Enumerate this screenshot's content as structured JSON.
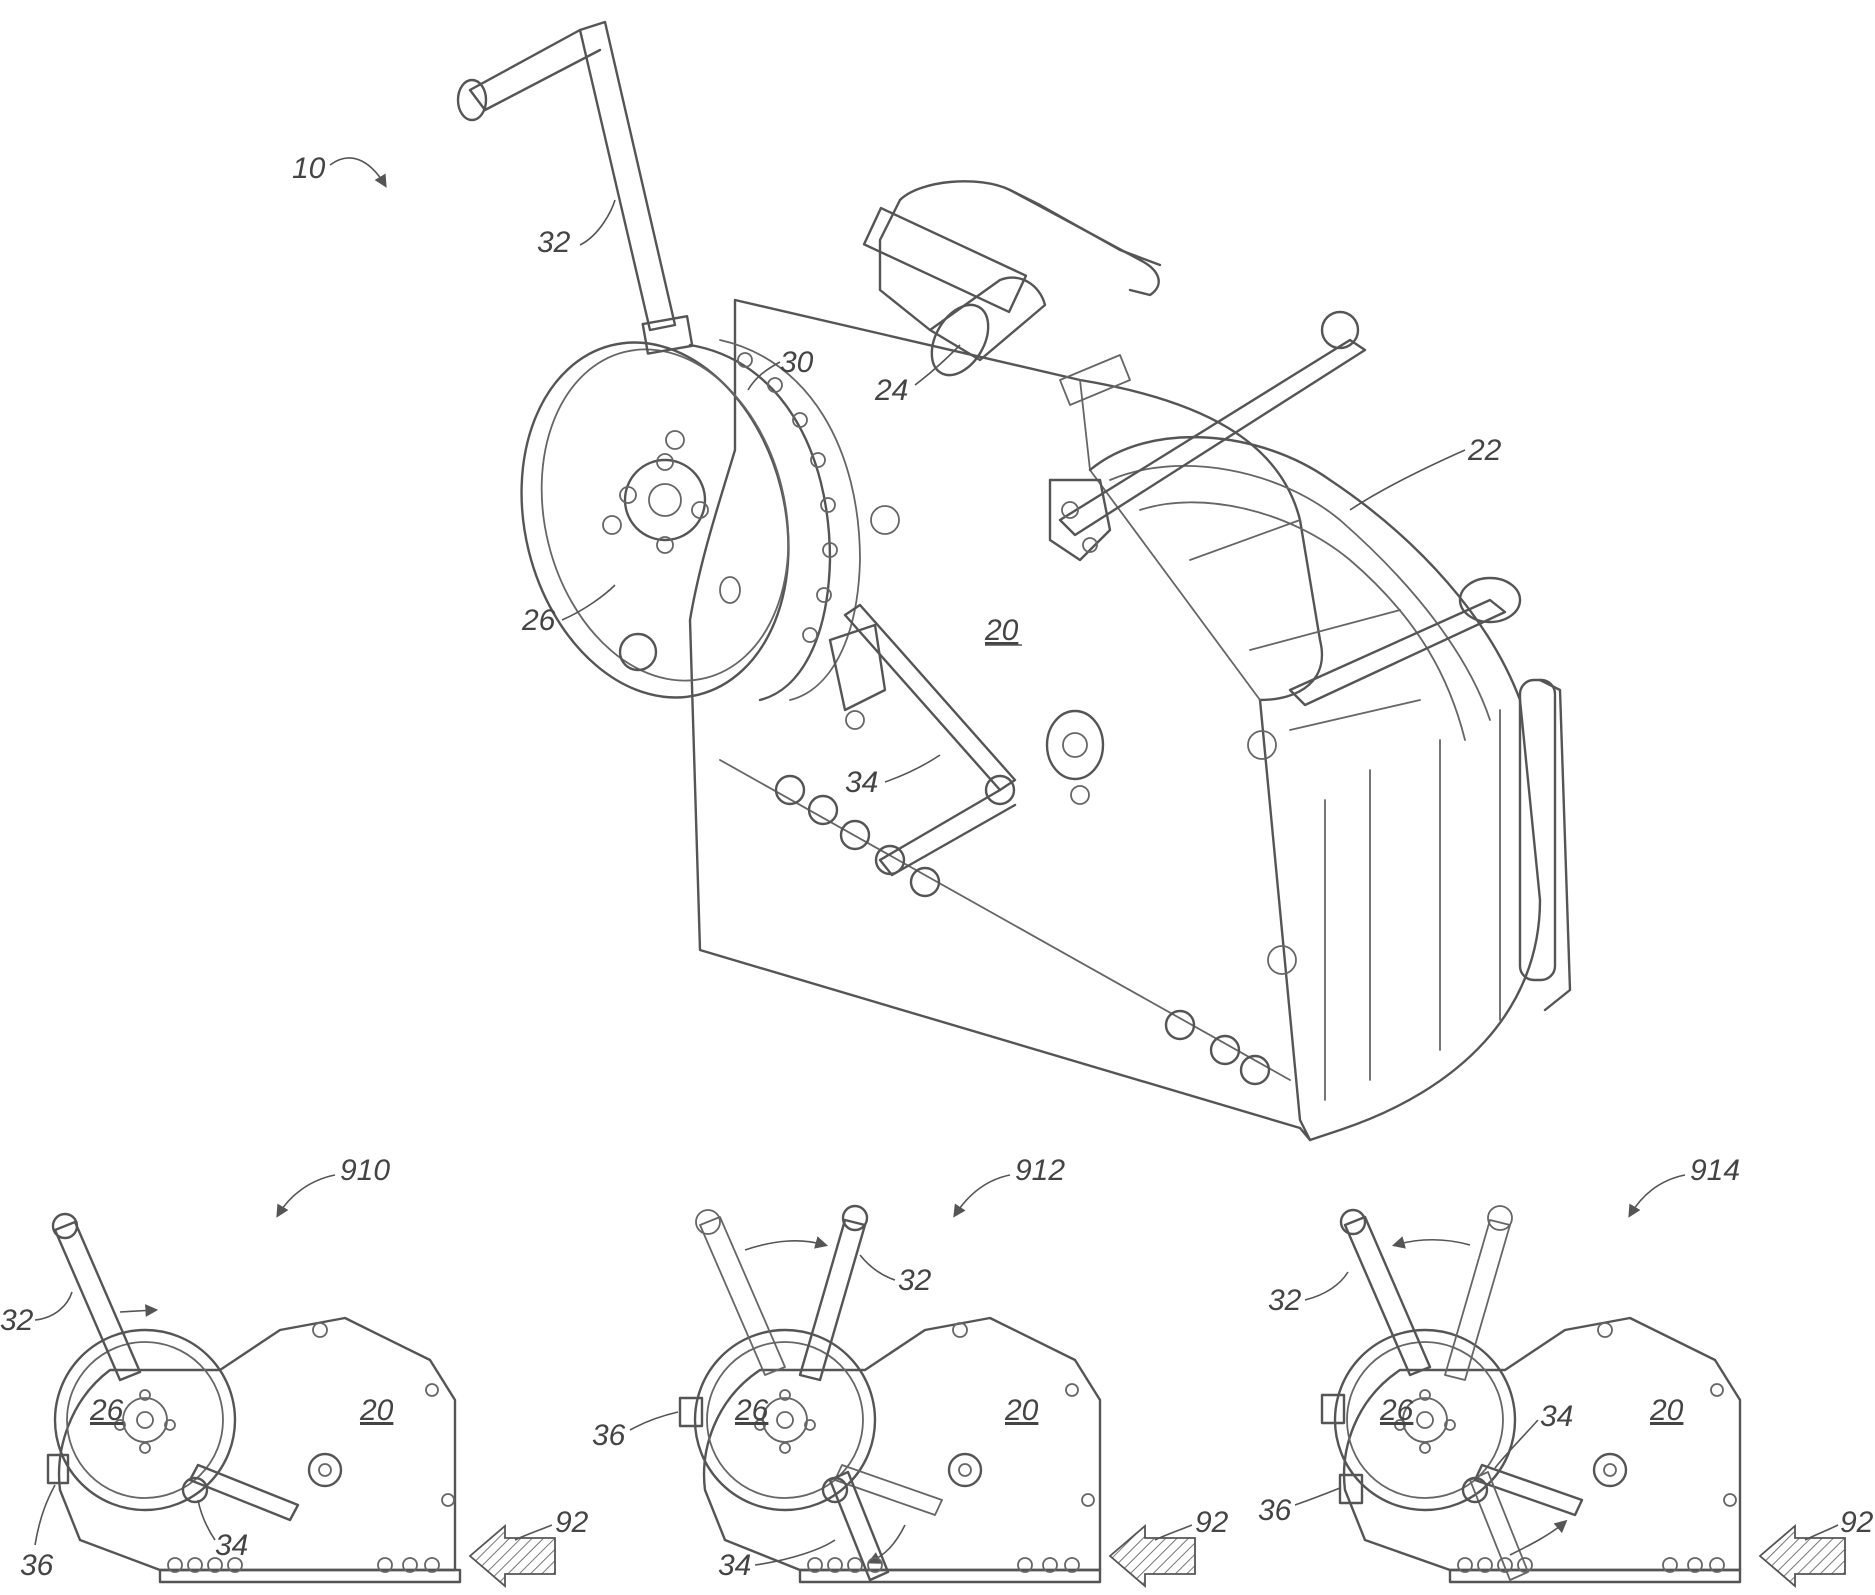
{
  "figures": {
    "main": {
      "ref": "10"
    },
    "panel_a": {
      "ref": "910"
    },
    "panel_b": {
      "ref": "912"
    },
    "panel_c": {
      "ref": "914"
    }
  },
  "labels": {
    "n20": "20",
    "n22": "22",
    "n24": "24",
    "n26": "26",
    "n30": "30",
    "n32": "32",
    "n34": "34",
    "n36": "36",
    "n92": "92"
  }
}
